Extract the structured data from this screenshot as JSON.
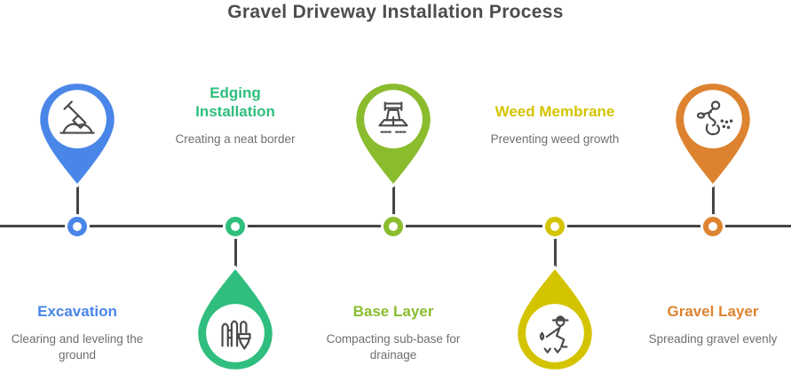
{
  "title": "Gravel Driveway Installation Process",
  "colors": {
    "blue": "#4a86e8",
    "green": "#2fbe7e",
    "lime": "#8abc2d",
    "yellow": "#d4c400",
    "orange": "#dd8330",
    "line": "#454545",
    "title": "#4d4d4d",
    "subtitle": "#6f6f6f",
    "icon": "#4a4a4a",
    "bg": "#ffffff"
  },
  "steps": [
    {
      "title": "Excavation",
      "description": "Clearing and leveling the ground",
      "color": "blue",
      "icon": "shovel-icon",
      "marker": "pin-above-line"
    },
    {
      "title": "Edging Installation",
      "description": "Creating a neat border",
      "color": "green",
      "icon": "fence-paintbrush-icon",
      "marker": "drop-below-line"
    },
    {
      "title": "Base Layer",
      "description": "Compacting sub-base for drainage",
      "color": "lime",
      "icon": "plate-compactor-icon",
      "marker": "pin-above-line"
    },
    {
      "title": "Weed Membrane",
      "description": "Preventing weed growth",
      "color": "yellow",
      "icon": "gardener-weeding-icon",
      "marker": "drop-below-line"
    },
    {
      "title": "Gravel Layer",
      "description": "Spreading gravel evenly",
      "color": "orange",
      "icon": "gravel-pour-icon",
      "marker": "pin-above-line"
    }
  ]
}
